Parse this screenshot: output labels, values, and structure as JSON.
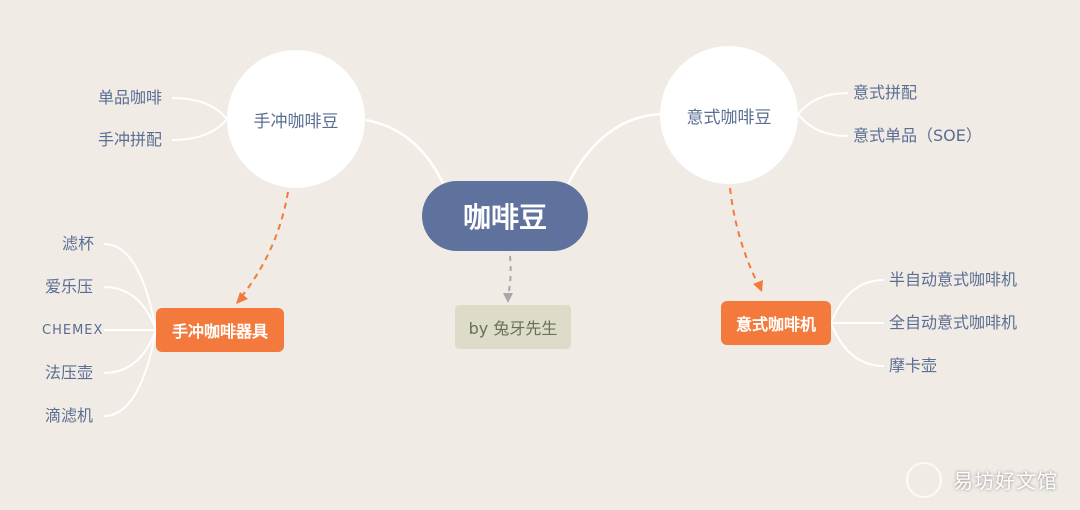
{
  "central": "咖啡豆",
  "byline": "by 兔牙先生",
  "left_branch": {
    "circle": "手冲咖啡豆",
    "circle_leaves": [
      "单品咖啡",
      "手冲拼配"
    ],
    "box": "手冲咖啡器具",
    "box_leaves": [
      "滤杯",
      "爱乐压",
      "CHEMEX",
      "法压壶",
      "滴滤机"
    ]
  },
  "right_branch": {
    "circle": "意式咖啡豆",
    "circle_leaves": [
      "意式拼配",
      "意式单品（SOE）"
    ],
    "box": "意式咖啡机",
    "box_leaves": [
      "半自动意式咖啡机",
      "全自动意式咖啡机",
      "摩卡壶"
    ]
  },
  "watermark": "易坊好文馆",
  "colors": {
    "background": "#f0ebe5",
    "central_fill": "#5f729d",
    "accent_orange": "#f37a3c",
    "text_blue": "#5a6e93",
    "byline_fill": "#dcdcc8"
  }
}
